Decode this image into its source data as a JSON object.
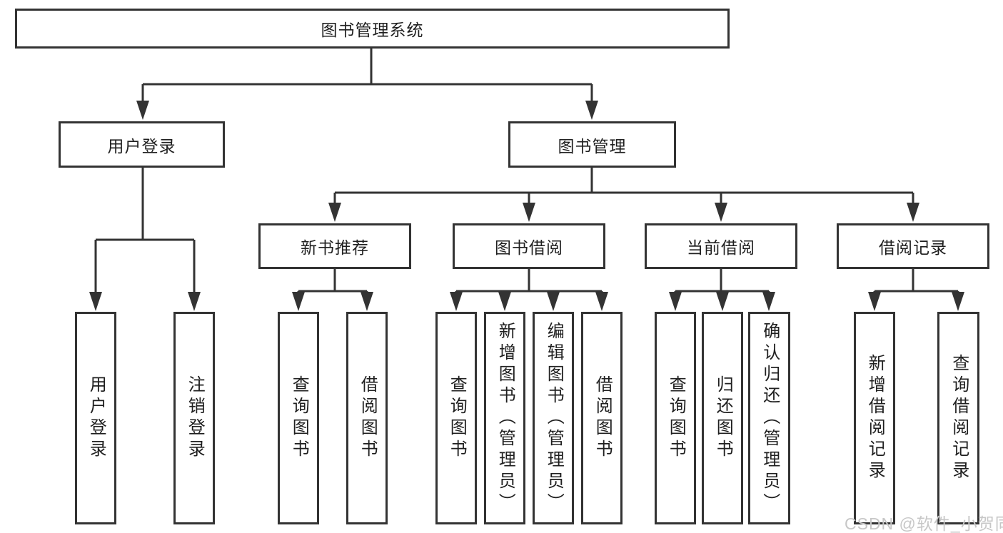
{
  "diagram": {
    "root": {
      "label": "图书管理系统"
    },
    "branches": [
      {
        "label": "用户登录",
        "children": [
          {
            "label": "用户登录"
          },
          {
            "label": "注销登录"
          }
        ]
      },
      {
        "label": "图书管理",
        "children": [
          {
            "label": "新书推荐",
            "children": [
              {
                "label": "查询图书"
              },
              {
                "label": "借阅图书"
              }
            ]
          },
          {
            "label": "图书借阅",
            "children": [
              {
                "label": "查询图书"
              },
              {
                "label": "新增图书（管理员）"
              },
              {
                "label": "编辑图书（管理员）"
              },
              {
                "label": "借阅图书"
              }
            ]
          },
          {
            "label": "当前借阅",
            "children": [
              {
                "label": "查询图书"
              },
              {
                "label": "归还图书"
              },
              {
                "label": "确认归还（管理员）"
              }
            ]
          },
          {
            "label": "借阅记录",
            "children": [
              {
                "label": "新增借阅记录"
              },
              {
                "label": "查询借阅记录"
              }
            ]
          }
        ]
      }
    ]
  },
  "watermark": "CSDN @软件_小贺同学",
  "colors": {
    "line": "#333333",
    "text": "#1f1f1f",
    "watermark": "#c7c7c7"
  }
}
